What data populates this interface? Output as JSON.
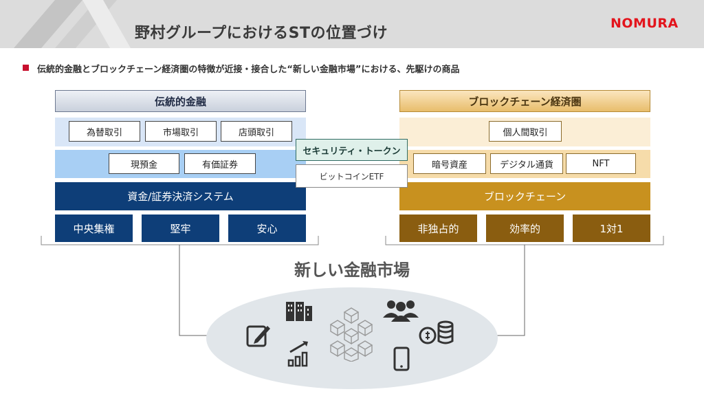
{
  "header": {
    "title": "野村グループにおけるSTの位置づけ",
    "logo_text": "NOMURA"
  },
  "subtitle": "伝統的金融とブロックチェーン経済圏の特徴が近接・接合した“新しい金融市場”における、先駆けの商品",
  "traditional": {
    "header": "伝統的金融",
    "row1": [
      "為替取引",
      "市場取引",
      "店頭取引"
    ],
    "row2": [
      "現預金",
      "有価証券"
    ],
    "row3": "資金/証券決済システム",
    "features": [
      "中央集権",
      "堅牢",
      "安心"
    ]
  },
  "blockchain": {
    "header": "ブロックチェーン経済圏",
    "row1": [
      "個人間取引"
    ],
    "row2": [
      "暗号資産",
      "デジタル通貨",
      "NFT"
    ],
    "row3": "ブロックチェーン",
    "features": [
      "非独占的",
      "効率的",
      "1対1"
    ]
  },
  "bridge": {
    "security_token": "セキュリティ・トークン",
    "bitcoin_etf": "ビットコインETF"
  },
  "new_market": "新しい金融市場",
  "icons": [
    "document-sign-icon",
    "building-icon",
    "growth-chart-icon",
    "blockchain-network-icon",
    "people-icon",
    "coins-icon",
    "smartphone-icon"
  ],
  "colors": {
    "brand_red": "#e3141c",
    "traditional_dark": "#0e3e78",
    "blockchain_dark": "#8a5d10",
    "blockchain_mid": "#c8911f"
  }
}
